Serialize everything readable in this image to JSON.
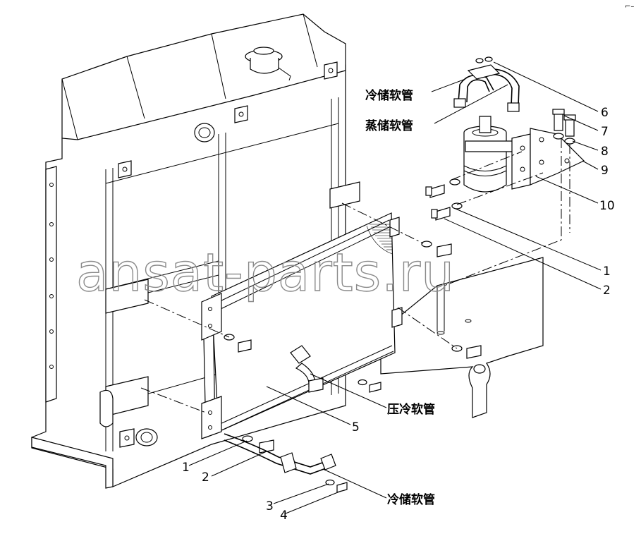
{
  "labels": {
    "hose_receiver_top": "冷储软管",
    "hose_evaporator": "蒸储软管",
    "hose_compressor": "压冷软管",
    "hose_receiver_bottom": "冷储软管"
  },
  "callouts": {
    "n6": "6",
    "n7": "7",
    "n8": "8",
    "n9": "9",
    "n10": "10",
    "n1_right": "1",
    "n2_right": "2",
    "n5": "5",
    "n1_left": "1",
    "n2_left": "2",
    "n3": "3",
    "n4": "4"
  },
  "watermark": "ansat-parts.ru",
  "corner_mark": "⌐–"
}
